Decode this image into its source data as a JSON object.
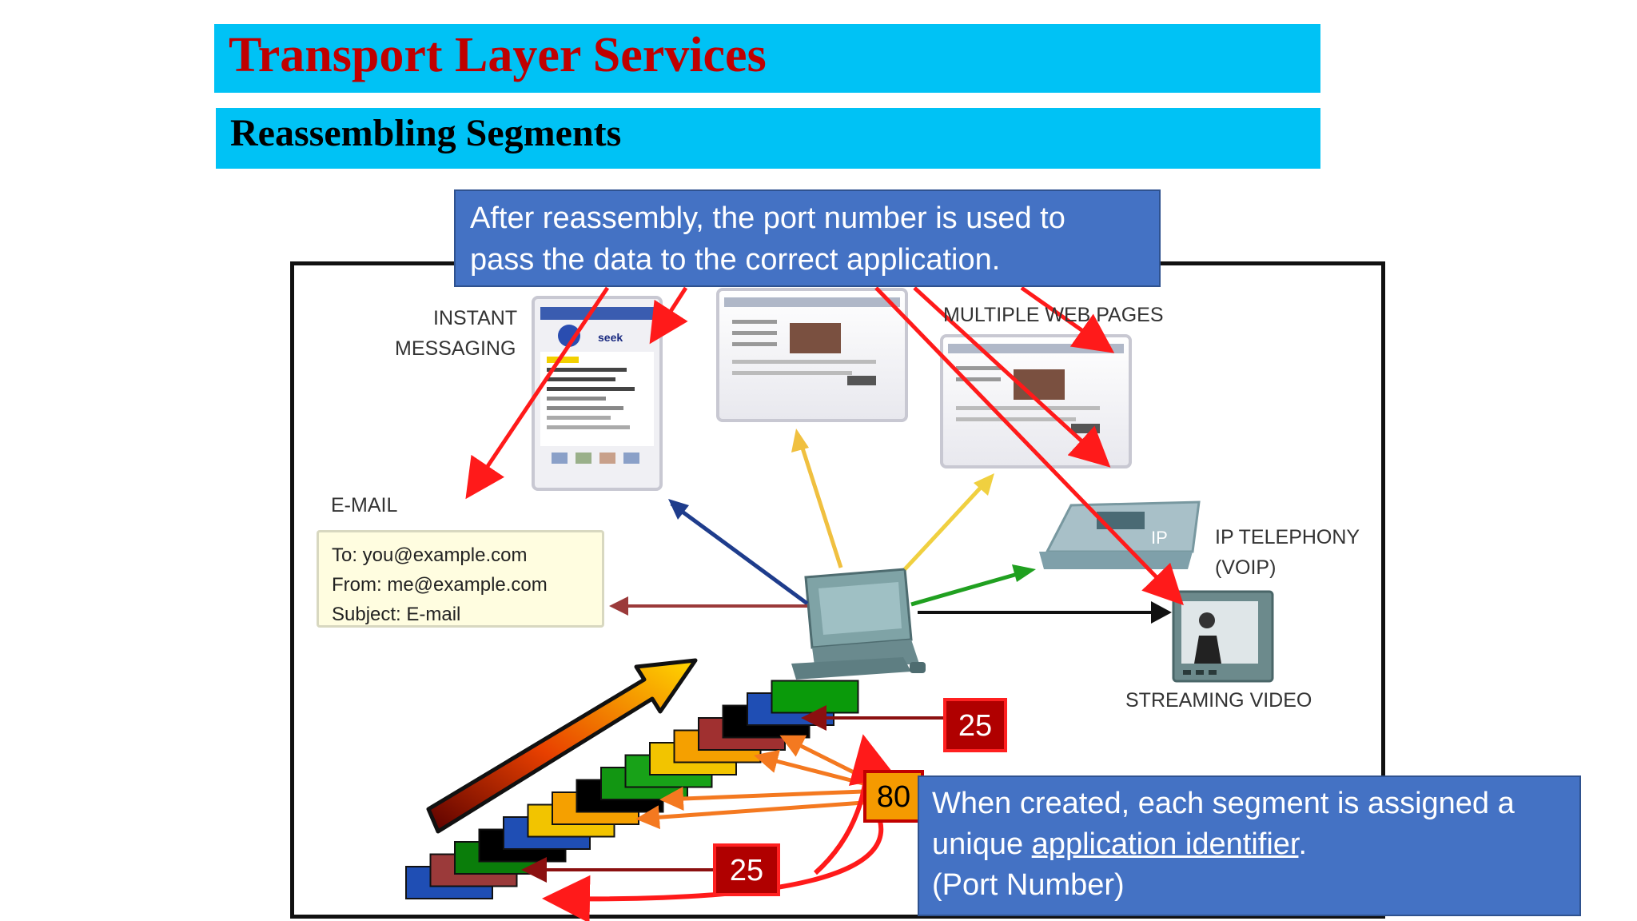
{
  "title": "Transport Layer Services",
  "subtitle": "Reassembling Segments",
  "callouts": {
    "top": {
      "line1": "After reassembly, the port number is used to",
      "line2": "pass the data to the correct application."
    },
    "bottom": {
      "line1": "When created, each segment is assigned a",
      "line2_prefix": "unique ",
      "line2_link": "application identifier",
      "line2_suffix": ".",
      "line3": "(Port Number)"
    }
  },
  "labels": {
    "instant_messaging_1": "INSTANT",
    "instant_messaging_2": "MESSAGING",
    "multiple_web_pages": "MULTIPLE WEB PAGES",
    "email": "E-MAIL",
    "ip_telephony_1": "IP TELEPHONY",
    "ip_telephony_2": "(VOIP)",
    "streaming_video": "STREAMING VIDEO",
    "phone_badge": "IP",
    "im_logo": "seek"
  },
  "email": {
    "to": "To: you@example.com",
    "from": "From: me@example.com",
    "subject": "Subject: E-mail"
  },
  "ports": {
    "top": "25",
    "middle": "80",
    "bottom": "25"
  },
  "colors": {
    "banner": "#00c2f5",
    "title_text": "#c00000",
    "callout": "#4472c4",
    "arrow_red": "#ff1a1a",
    "port_dark_red": "#b00000",
    "port_orange": "#f59a00"
  },
  "segment_colors": [
    "#1f4eb4",
    "#9b3a3a",
    "#0a7d0a",
    "#000000",
    "#1f4eb4",
    "#f2c400",
    "#f5a000",
    "#000000",
    "#129612",
    "#18a218",
    "#f2c400",
    "#f5a000",
    "#a03030",
    "#000000",
    "#1f4eb4",
    "#0a9a0a"
  ]
}
